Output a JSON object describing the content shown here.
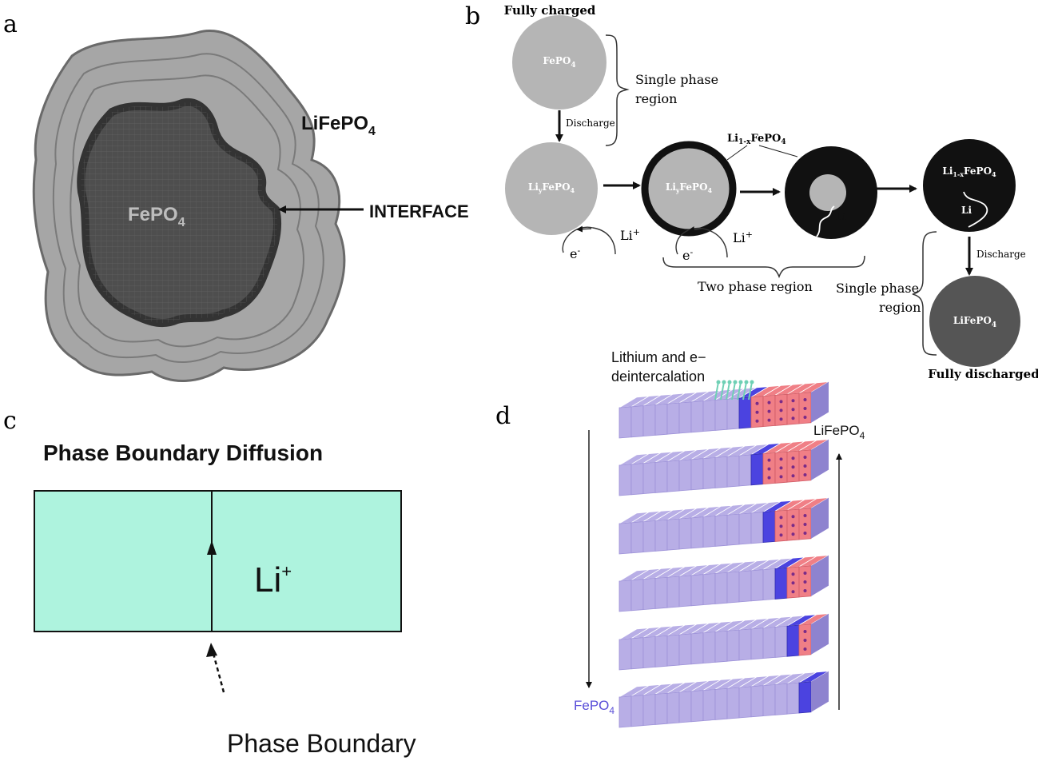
{
  "panels": {
    "a": {
      "label": "a",
      "outer_phase": {
        "text": "LiFePO",
        "sub": "4"
      },
      "inner_phase": {
        "text": "FePO",
        "sub": "4"
      },
      "interface_label": "INTERFACE"
    },
    "b": {
      "label": "b",
      "fully_charged": "Fully charged",
      "fully_discharged": "Fully discharged",
      "fepo4": {
        "text": "FePO",
        "sub": "4"
      },
      "lifepo4": {
        "text": "LiFePO",
        "sub": "4"
      },
      "discharge_1": "Discharge",
      "discharge_2": "Discharge",
      "single_phase_top": [
        "Single phase",
        "region"
      ],
      "single_phase_bottom": [
        "Single phase",
        "region"
      ],
      "two_phase": "Two phase region",
      "liy_1": {
        "a": "Li",
        "b": "y",
        "c": "FePO",
        "d": "4"
      },
      "liy_2": {
        "a": "Li",
        "b": "y",
        "c": "FePO",
        "d": "4"
      },
      "li1x_top": {
        "a": "Li",
        "b": "1-x",
        "c": "FePO",
        "d": "4"
      },
      "li1x_right": {
        "a": "Li",
        "b": "1-x",
        "c": "FePO",
        "d": "4"
      },
      "li_plus": "Li",
      "plus": "+",
      "e_minus": "e",
      "minus": "-",
      "li_small": "Li"
    },
    "c": {
      "label": "c",
      "title": "Phase Boundary Diffusion",
      "ion": "Li",
      "ion_sup": "+",
      "boundary_label": "Phase Boundary"
    },
    "d": {
      "label": "d",
      "caption_line1": "Lithium and e−",
      "caption_line2": "deintercalation",
      "top_phase": {
        "text": "LiFePO",
        "sub": "4"
      },
      "bottom_phase": {
        "text": "FePO",
        "sub": "4"
      }
    }
  },
  "colors": {
    "aqua": "#aef3de",
    "grey_circle": "#b5b5b5",
    "dark_circle": "#555555",
    "lavender": "#b8aee6",
    "blue": "#4b43e0",
    "pink": "#f07f86",
    "fepo4_label": "#5a4fd8"
  }
}
